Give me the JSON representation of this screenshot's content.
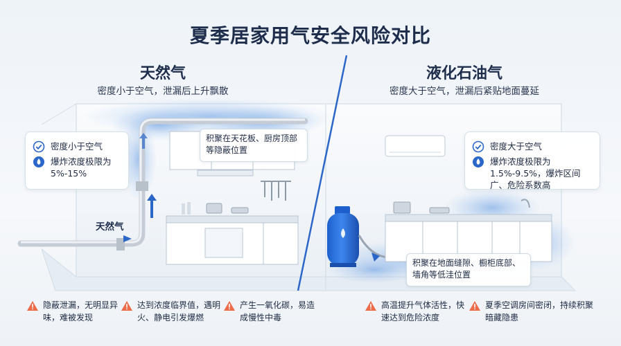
{
  "title": "夏季居家用气安全风险对比",
  "left": {
    "title": "天然气",
    "subtitle": "密度小于空气，泄漏后上升飘散",
    "card": [
      {
        "icon": "check-icon",
        "text": "密度小于空气"
      },
      {
        "icon": "flame-icon",
        "text": "爆炸浓度极限为5%-15%"
      }
    ],
    "callout": "积聚在天花板、厨房顶部等隐蔽位置",
    "gas_label": "天然气"
  },
  "right": {
    "title": "液化石油气",
    "subtitle": "密度大于空气，泄漏后紧贴地面蔓延",
    "card": [
      {
        "icon": "check-icon",
        "text": "密度大于空气"
      },
      {
        "icon": "flame-icon",
        "text": "爆炸浓度极限为1.5%-9.5%，爆炸区间广、危险系数高"
      }
    ],
    "callout": "积聚在地面缝隙、橱柜底部、墙角等低洼位置"
  },
  "warnings": [
    {
      "icon": "warning-icon",
      "text": "隐蔽泄漏，无明显异味，难被发现"
    },
    {
      "icon": "warning-icon",
      "text": "达到浓度临界值，遇明火、静电引发爆燃"
    },
    {
      "icon": "warning-icon",
      "text": "产生一氧化碳，易造成慢性中毒"
    },
    {
      "icon": "warning-icon",
      "text": "高温提升气体活性，快速达到危险浓度"
    },
    {
      "icon": "warning-icon",
      "text": "夏季空调房间密闭，持续积聚暗藏隐患"
    }
  ],
  "colors": {
    "accent": "#2b66c9",
    "warning": "#ee6b4a",
    "gas_cloud": "#8fb8ea",
    "text": "#1f2d4d"
  }
}
